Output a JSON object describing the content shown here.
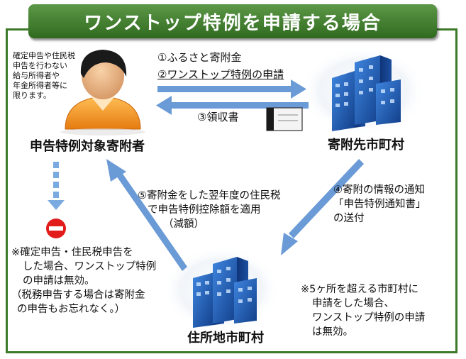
{
  "title": "ワンストップ特例を申請する場合",
  "donor": {
    "note_lines": [
      "確定申告や住民税",
      "申告を行わない",
      "給与所得者や",
      "年金所得者等に",
      "限ります。"
    ],
    "label": "申告特例対象寄附者"
  },
  "destination": {
    "label": "寄附先市町村"
  },
  "residence": {
    "label": "住所地市町村"
  },
  "steps": {
    "step1": "①ふるさと寄附金",
    "step2": "②ワンストップ特例の申請",
    "step3": "③領収書",
    "step4_lines": [
      "④寄附の情報の通知",
      "「申告特例通知書」",
      "の送付"
    ],
    "step5_lines": [
      "⑤寄附金をした翌年度の住民税",
      "で申告特例控除額を適用",
      "（減額）"
    ]
  },
  "warning_left": {
    "lines": [
      "※確定申告・住民税申告を",
      "した場合、ワンストップ特例",
      "の申請は無効。"
    ],
    "paren_lines": [
      "（税務申告する場合は寄附金",
      "の申告もお忘れなく。）"
    ]
  },
  "warning_right": {
    "lines": [
      "※5ヶ所を超える市町村に",
      "申請をした場合、",
      "ワンストップ特例の申請",
      "は無効。"
    ]
  },
  "colors": {
    "accent_green": "#3d7a28",
    "arrow_blue": "#6b9bd6",
    "building_blue": "#1f5fb8",
    "prohibit_red": "#e21b1b"
  }
}
